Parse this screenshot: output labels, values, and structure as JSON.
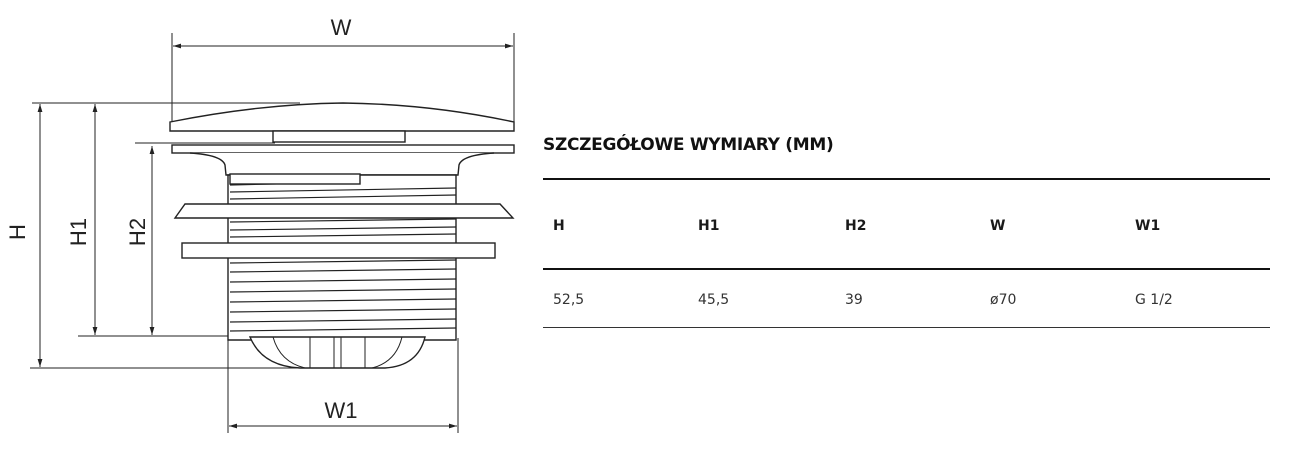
{
  "drawing": {
    "labels": {
      "W": "W",
      "H": "H",
      "H1": "H1",
      "H2": "H2",
      "W1": "W1"
    }
  },
  "spec": {
    "title": "SZCZEGÓŁOWE WYMIARY (MM)",
    "headers": [
      "H",
      "H1",
      "H2",
      "W",
      "W1"
    ],
    "values": [
      "52,5",
      "45,5",
      "39",
      "ø70",
      "G 1/2"
    ]
  }
}
